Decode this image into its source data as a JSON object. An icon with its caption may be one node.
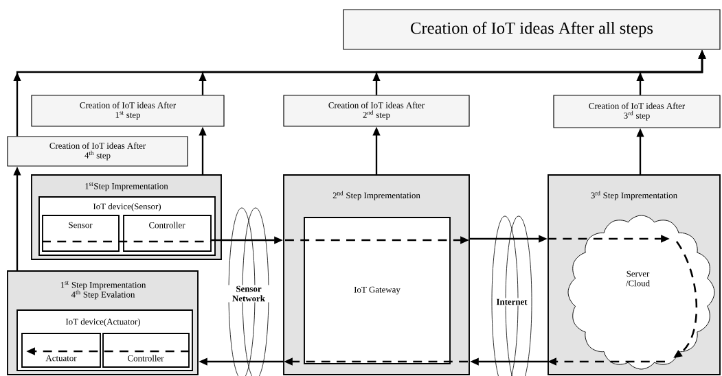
{
  "diagram": {
    "nodes": [
      {
        "text": [
          "Creation of IoT ideas After all steps"
        ]
      },
      {
        "text": [
          "Creation of IoT ideas After 1$^{st}$ step"
        ]
      },
      {
        "text": [
          "Creation of IoT ideas After 2$^{nd}$ step"
        ]
      },
      {
        "text": [
          "Creation of IoT ideas After 3$^{rd}$ step"
        ]
      },
      {
        "text": [
          "Creation of IoT ideas After 4$^{th}$ step"
        ]
      },
      {
        "text": [
          "1$^{st}$Step Imprementation"
        ]
      },
      {
        "text": [
          "IoT device(Sensor)"
        ],
        "in": 5
      },
      {
        "text": [
          "Sensor"
        ],
        "in": 6
      },
      {
        "text": [
          "Controller"
        ],
        "in": 6
      },
      {
        "text": [
          "2$^{nd}$ Step Imprementation"
        ]
      },
      {
        "text": [
          "IoT Gateway"
        ],
        "in": 9
      },
      {
        "text": [
          "3$^{rd}$ Step Imprementation"
        ]
      },
      {
        "text": [
          "Server /Cloud"
        ],
        "in": 11
      },
      {
        "text": [
          "1$^{st}$ Step Imprementation 4$^{th}$ Step Evalation"
        ]
      },
      {
        "text": [
          "IoT device(Actuator)"
        ],
        "in": 13
      },
      {
        "text": [
          "Actuator"
        ],
        "in": 14
      },
      {
        "text": [
          "Controller"
        ],
        "in": 14
      },
      {
        "text": [
          "Sensor Network"
        ]
      },
      {
        "text": [
          "Internet"
        ]
      }
    ],
    "edges": [
      {
        "from": 4,
        "to": 0,
        "arrow": "to"
      },
      {
        "from": 1,
        "to": 0,
        "arrow": "to"
      },
      {
        "from": 2,
        "to": 0,
        "arrow": "to"
      },
      {
        "from": 3,
        "to": 0,
        "arrow": "to"
      },
      {
        "from": 13,
        "to": 4,
        "arrow": "to"
      },
      {
        "from": 5,
        "to": 1,
        "arrow": "to"
      },
      {
        "from": 9,
        "to": 2,
        "arrow": "to"
      },
      {
        "from": 11,
        "to": 3,
        "arrow": "to"
      },
      {
        "from": 7,
        "to": 8,
        "arrow": "none",
        "style": "dashed"
      },
      {
        "from": 8,
        "to": 9,
        "arrow": "to"
      },
      {
        "from": 9,
        "to": 11,
        "arrow": "to"
      },
      {
        "from": 11,
        "to": 12,
        "arrow": "to",
        "style": "dashed"
      },
      {
        "from": 12,
        "to": 11,
        "arrow": "to",
        "style": "dashed"
      },
      {
        "from": 11,
        "to": 9,
        "arrow": "to"
      },
      {
        "from": 9,
        "to": 13,
        "arrow": "to"
      },
      {
        "from": 16,
        "to": 15,
        "arrow": "to",
        "style": "dashed"
      }
    ]
  }
}
